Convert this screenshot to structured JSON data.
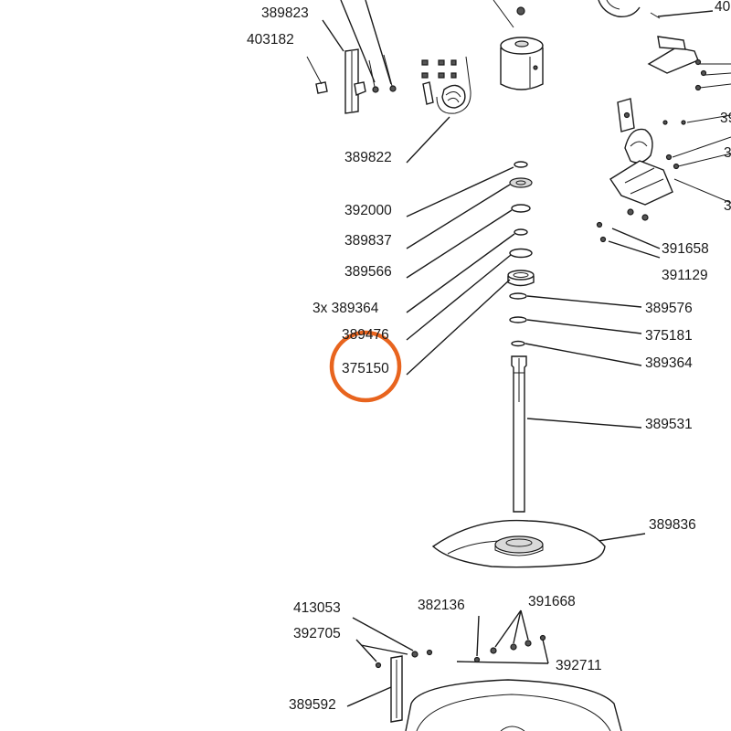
{
  "labels": {
    "l389823": "389823",
    "l403182": "403182",
    "l40tr": "40",
    "l389822": "389822",
    "l392000": "392000",
    "l389837": "389837",
    "l389566": "389566",
    "l3x389364": "3x 389364",
    "l389476": "389476",
    "l375150": "375150",
    "l389576": "389576",
    "l375181": "375181",
    "l389364b": "389364",
    "l389531": "389531",
    "l391658": "391658",
    "l391129": "391129",
    "l39a": "39",
    "l3b": "3",
    "l3c": "3",
    "l389836": "389836",
    "l413053": "413053",
    "l392705": "392705",
    "l382136": "382136",
    "l391668": "391668",
    "l392711": "392711",
    "l389592": "389592"
  },
  "highlight": {
    "target_label": "375150",
    "color": "#E8641E"
  },
  "colors": {
    "ink": "#1a1a1a",
    "background": "#ffffff",
    "highlight": "#E8641E"
  }
}
